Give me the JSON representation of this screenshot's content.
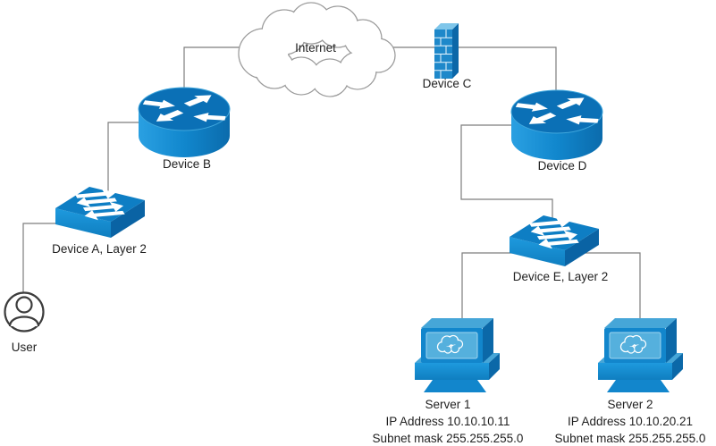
{
  "diagram": {
    "type": "network-topology",
    "nodes": {
      "internet": {
        "label": "Internet",
        "kind": "cloud"
      },
      "device_b": {
        "label": "Device B",
        "kind": "router"
      },
      "device_a": {
        "label": "Device A, Layer 2",
        "kind": "switch"
      },
      "user": {
        "label": "User",
        "kind": "user"
      },
      "device_c": {
        "label": "Device C",
        "kind": "firewall"
      },
      "device_d": {
        "label": "Device D",
        "kind": "router"
      },
      "device_e": {
        "label": "Device E, Layer 2",
        "kind": "switch"
      },
      "server_1": {
        "name": "Server 1",
        "ip": "IP Address 10.10.10.11",
        "subnet": "Subnet mask 255.255.255.0",
        "kind": "server"
      },
      "server_2": {
        "name": "Server 2",
        "ip": "IP Address 10.10.20.21",
        "subnet": "Subnet mask 255.255.255.0",
        "kind": "server"
      }
    },
    "connections": [
      {
        "from": "User",
        "to": "Device A, Layer 2"
      },
      {
        "from": "Device A, Layer 2",
        "to": "Device B"
      },
      {
        "from": "Device B",
        "to": "Internet"
      },
      {
        "from": "Internet",
        "to": "Device C"
      },
      {
        "from": "Device C",
        "to": "Device D"
      },
      {
        "from": "Device D",
        "to": "Device E, Layer 2"
      },
      {
        "from": "Device E, Layer 2",
        "to": "Server 1"
      },
      {
        "from": "Device E, Layer 2",
        "to": "Server 2"
      }
    ],
    "colors": {
      "device_blue": "#1187cd",
      "device_blue_bright": "#2aa0e2",
      "device_blue_dark": "#0a63a4",
      "router_top_blue": "#0b70b6",
      "screen_blue": "#55b0dd",
      "line_gray": "#7d7d7d",
      "cloud_outline_gray": "#9b9b9b",
      "text_color": "#1f1f1f",
      "background": "#ffffff"
    }
  }
}
